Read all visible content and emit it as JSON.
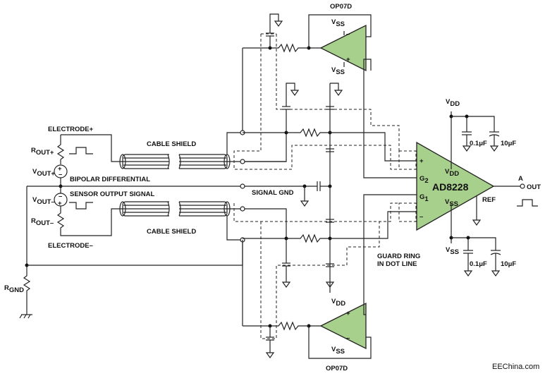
{
  "colors": {
    "amp_fill": "#a8d08d",
    "line": "#222222",
    "background": "#ffffff"
  },
  "labels": {
    "opamp_top": "OP07D",
    "opamp_bottom": "OP07D",
    "electrode_pos": "ELECTRODE+",
    "electrode_neg": "ELECTRODE–",
    "cable_shield_top": "CABLE SHIELD",
    "cable_shield_bottom": "CABLE SHIELD",
    "bipolar": "BIPOLAR DIFFERENTIAL",
    "sensor": "SENSOR OUTPUT SIGNAL",
    "signal_gnd": "SIGNAL GND",
    "guard_ring_1": "GUARD RING",
    "guard_ring_2": "IN DOT LINE",
    "chip": "AD8228",
    "ref": "REF",
    "out_node": "A",
    "out": "OUT",
    "cap_vdd_1": "0.1μF",
    "cap_vdd_2": "10μF",
    "cap_vss_1": "0.1μF",
    "cap_vss_2": "10μF",
    "watermark": "EEChina.com",
    "plus": "+",
    "minus": "–",
    "g1": "G",
    "g1_sub": "1",
    "g2": "G",
    "g2_sub": "2"
  },
  "supply": {
    "vdd": "V",
    "vdd_sub": "DD",
    "vss": "V",
    "vss_sub": "SS"
  },
  "components": {
    "rout_pos": {
      "main": "R",
      "sub": "OUT+"
    },
    "rout_neg": {
      "main": "R",
      "sub": "OUT–"
    },
    "vout_pos": {
      "main": "V",
      "sub": "OUT+"
    },
    "vout_neg": {
      "main": "V",
      "sub": "OUT–"
    },
    "rgnd": {
      "main": "R",
      "sub": "GND"
    }
  }
}
